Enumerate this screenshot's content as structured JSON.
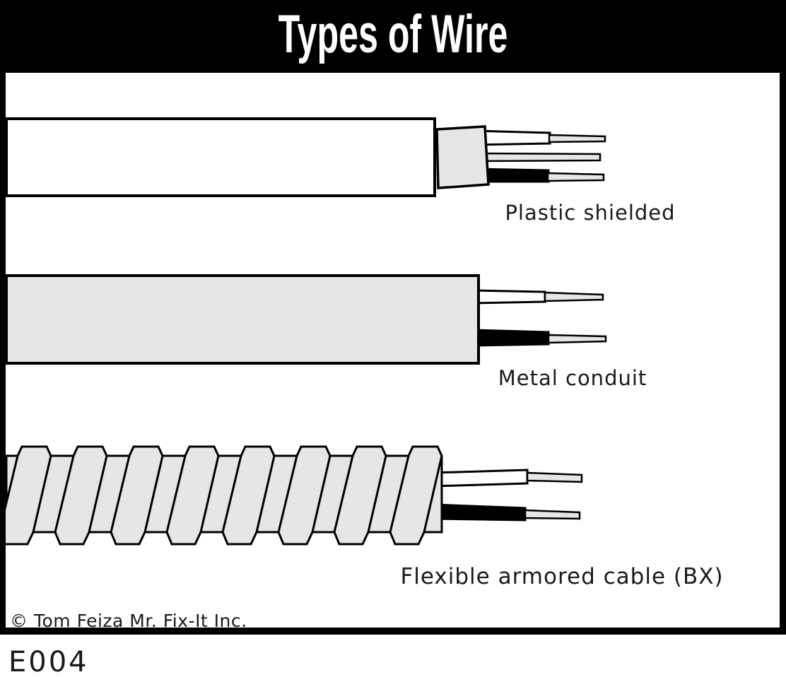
{
  "title": "Types of Wire",
  "cables": [
    {
      "id": "plastic-shielded",
      "label": "Plastic shielded"
    },
    {
      "id": "metal-conduit",
      "label": "Metal conduit"
    },
    {
      "id": "flexible-armored",
      "label": "Flexible armored cable (BX)"
    }
  ],
  "footer": {
    "copyright": "© Tom Feiza Mr. Fix-It Inc.",
    "figure_code": "E004"
  },
  "colors": {
    "background": "#ffffff",
    "ink": "#000000",
    "metal_gray": "#e6e6e8",
    "wire_black": "#000000",
    "wire_white": "#ffffff",
    "title_bg": "#000000",
    "title_text": "#ffffff"
  }
}
